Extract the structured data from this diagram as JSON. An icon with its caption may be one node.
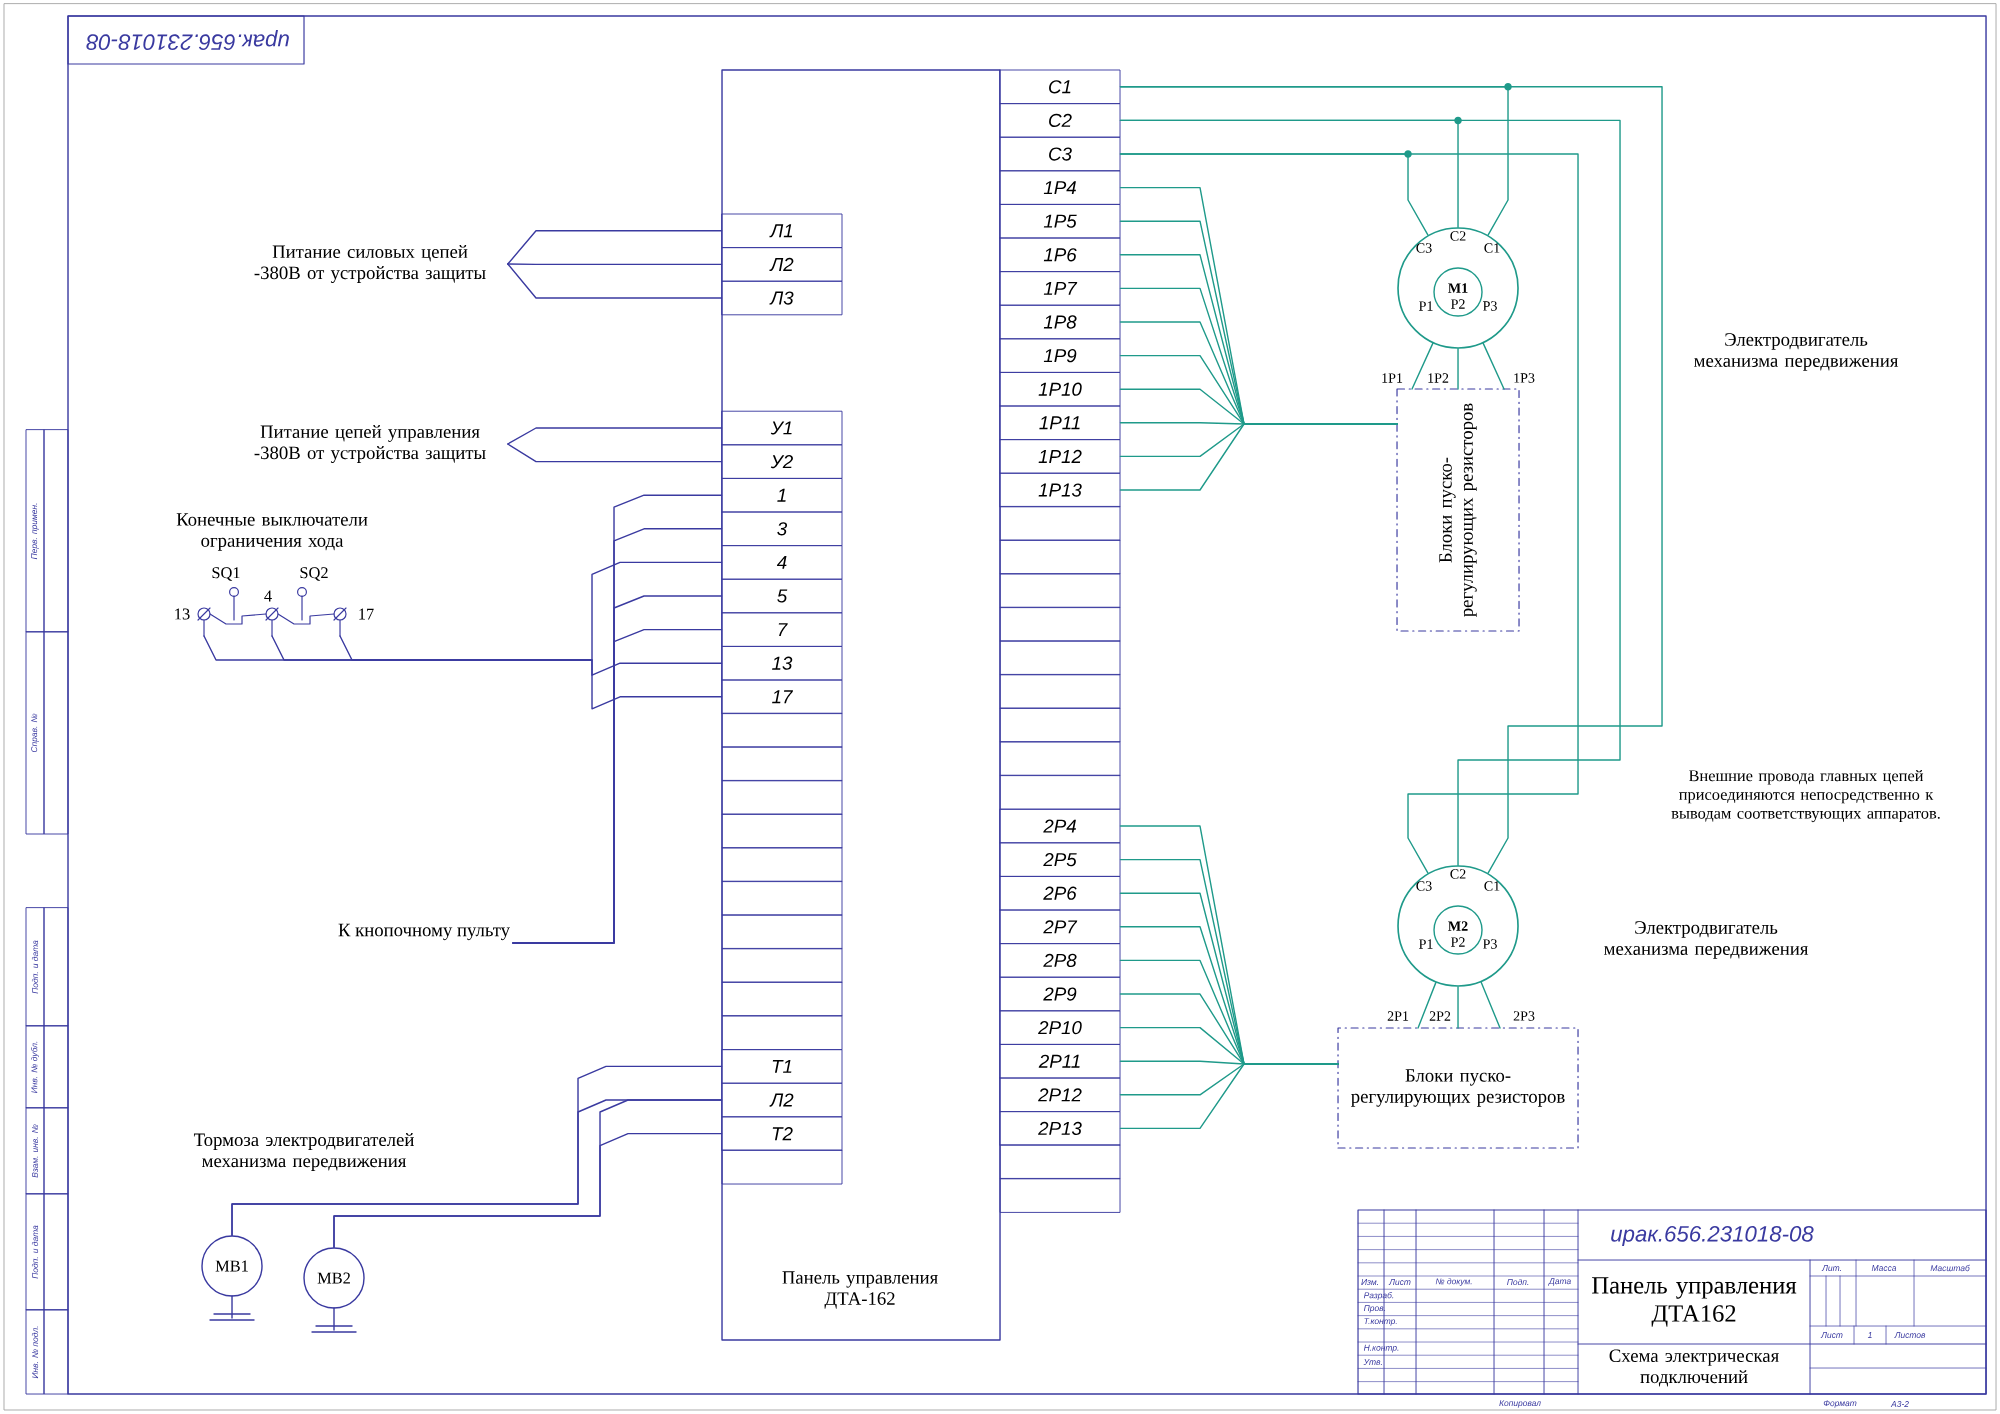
{
  "diagram": {
    "nodes": [
      {
        "text": [
          "Панель управления ДТА-162"
        ]
      },
      {
        "text": [
          "Л1"
        ],
        "in": 0
      },
      {
        "text": [
          "Л2"
        ],
        "in": 0
      },
      {
        "text": [
          "Л3"
        ],
        "in": 0
      },
      {
        "text": [
          "У1"
        ],
        "in": 0
      },
      {
        "text": [
          "У2"
        ],
        "in": 0
      },
      {
        "text": [
          "1"
        ],
        "in": 0
      },
      {
        "text": [
          "3"
        ],
        "in": 0
      },
      {
        "text": [
          "4"
        ],
        "in": 0
      },
      {
        "text": [
          "5"
        ],
        "in": 0
      },
      {
        "text": [
          "7"
        ],
        "in": 0
      },
      {
        "text": [
          "13"
        ],
        "in": 0
      },
      {
        "text": [
          "17"
        ],
        "in": 0
      },
      {
        "text": [
          "Т1"
        ],
        "in": 0
      },
      {
        "text": [
          "Л2"
        ],
        "in": 0
      },
      {
        "text": [
          "Т2"
        ],
        "in": 0
      },
      {
        "text": [
          "С1"
        ]
      },
      {
        "text": [
          "С2"
        ]
      },
      {
        "text": [
          "С3"
        ]
      },
      {
        "text": [
          "1Р4"
        ]
      },
      {
        "text": [
          "1Р5"
        ]
      },
      {
        "text": [
          "1Р6"
        ]
      },
      {
        "text": [
          "1Р7"
        ]
      },
      {
        "text": [
          "1Р8"
        ]
      },
      {
        "text": [
          "1Р9"
        ]
      },
      {
        "text": [
          "1Р10"
        ]
      },
      {
        "text": [
          "1Р11"
        ]
      },
      {
        "text": [
          "1Р12"
        ]
      },
      {
        "text": [
          "1Р13"
        ]
      },
      {
        "text": [
          "2Р4"
        ]
      },
      {
        "text": [
          "2Р5"
        ]
      },
      {
        "text": [
          "2Р6"
        ]
      },
      {
        "text": [
          "2Р7"
        ]
      },
      {
        "text": [
          "2Р8"
        ]
      },
      {
        "text": [
          "2Р9"
        ]
      },
      {
        "text": [
          "2Р10"
        ]
      },
      {
        "text": [
          "2Р11"
        ]
      },
      {
        "text": [
          "2Р12"
        ]
      },
      {
        "text": [
          "2Р13"
        ]
      },
      {
        "text": [
          "Питание силовых цепей -380В от устройства защиты"
        ]
      },
      {
        "text": [
          "Питание цепей управления -380В от устройства защиты"
        ]
      },
      {
        "text": [],
        "shape": "picture",
        "beside": [
          "SQ1",
          "SQ2",
          "13",
          "17"
        ]
      },
      {
        "text": [
          "К кнопочному пульту"
        ]
      },
      {
        "text": [
          "МВ1"
        ]
      },
      {
        "text": [
          "МВ2"
        ]
      },
      {
        "text": [
          "М1"
        ]
      },
      {
        "text": [
          "Блоки пуско-регулирующих резисторов"
        ]
      },
      {
        "text": [
          "М2"
        ]
      },
      {
        "text": [
          "Блоки пуско-регулирующих резисторов"
        ]
      }
    ],
    "edges": [
      {
        "from": 39,
        "to": 1,
        "arrow": "none",
        "color": "#3a3aa0"
      },
      {
        "from": 39,
        "to": 2,
        "arrow": "none",
        "color": "#3a3aa0"
      },
      {
        "from": 39,
        "to": 3,
        "arrow": "none",
        "color": "#3a3aa0"
      },
      {
        "from": 40,
        "to": 4,
        "arrow": "none",
        "color": "#3a3aa0"
      },
      {
        "from": 40,
        "to": 5,
        "arrow": "none",
        "color": "#3a3aa0"
      },
      {
        "from": 41,
        "to": 11,
        "arrow": "none",
        "color": "#3a3aa0"
      },
      {
        "from": 41,
        "to": 8,
        "arrow": "none",
        "color": "#3a3aa0"
      },
      {
        "from": 41,
        "to": 12,
        "arrow": "none",
        "color": "#3a3aa0"
      },
      {
        "from": 42,
        "to": 6,
        "arrow": "none",
        "color": "#3a3aa0"
      },
      {
        "from": 42,
        "to": 7,
        "arrow": "none",
        "color": "#3a3aa0"
      },
      {
        "from": 42,
        "to": 9,
        "arrow": "none",
        "color": "#3a3aa0"
      },
      {
        "from": 42,
        "to": 10,
        "arrow": "none",
        "color": "#3a3aa0"
      },
      {
        "from": 43,
        "to": 13,
        "arrow": "none",
        "color": "#3a3aa0"
      },
      {
        "from": 43,
        "to": 14,
        "arrow": "none",
        "color": "#3a3aa0"
      },
      {
        "from": 44,
        "to": 14,
        "arrow": "none",
        "color": "#3a3aa0"
      },
      {
        "from": 44,
        "to": 15,
        "arrow": "none",
        "color": "#3a3aa0"
      },
      {
        "from": 16,
        "to": 45,
        "arrow": "none"
      },
      {
        "from": 17,
        "to": 45,
        "arrow": "none"
      },
      {
        "from": 18,
        "to": 45,
        "arrow": "none"
      },
      {
        "from": 16,
        "to": 47,
        "arrow": "none"
      },
      {
        "from": 17,
        "to": 47,
        "arrow": "none"
      },
      {
        "from": 18,
        "to": 47,
        "arrow": "none"
      },
      {
        "from": 45,
        "to": 46,
        "arrow": "none"
      },
      {
        "from": 45,
        "to": 46,
        "arrow": "none"
      },
      {
        "from": 45,
        "to": 46,
        "arrow": "none"
      },
      {
        "from": 19,
        "to": 46,
        "arrow": "none"
      },
      {
        "from": 20,
        "to": 46,
        "arrow": "none"
      },
      {
        "from": 21,
        "to": 46,
        "arrow": "none"
      },
      {
        "from": 22,
        "to": 46,
        "arrow": "none"
      },
      {
        "from": 23,
        "to": 46,
        "arrow": "none"
      },
      {
        "from": 24,
        "to": 46,
        "arrow": "none"
      },
      {
        "from": 25,
        "to": 46,
        "arrow": "none"
      },
      {
        "from": 26,
        "to": 46,
        "arrow": "none"
      },
      {
        "from": 27,
        "to": 46,
        "arrow": "none"
      },
      {
        "from": 28,
        "to": 46,
        "arrow": "none"
      },
      {
        "from": 47,
        "to": 48,
        "arrow": "none"
      },
      {
        "from": 47,
        "to": 48,
        "arrow": "none"
      },
      {
        "from": 47,
        "to": 48,
        "arrow": "none"
      },
      {
        "from": 29,
        "to": 48,
        "arrow": "none"
      },
      {
        "from": 30,
        "to": 48,
        "arrow": "none"
      },
      {
        "from": 31,
        "to": 48,
        "arrow": "none"
      },
      {
        "from": 32,
        "to": 48,
        "arrow": "none"
      },
      {
        "from": 33,
        "to": 48,
        "arrow": "none"
      },
      {
        "from": 34,
        "to": 48,
        "arrow": "none"
      },
      {
        "from": 35,
        "to": 48,
        "arrow": "none"
      },
      {
        "from": 36,
        "to": 48,
        "arrow": "none"
      },
      {
        "from": 37,
        "to": 48,
        "arrow": "none"
      },
      {
        "from": 38,
        "to": 48,
        "arrow": "none"
      }
    ],
    "labels": [
      "ирак.656.231018-08",
      "Конечные выключатели ограничения хода",
      "С3",
      "С2",
      "С1",
      "Р1",
      "Р2",
      "Р3",
      "1Р1",
      "1Р2",
      "1Р3",
      "Электродвигатель механизма передвижения",
      "Внешние провода главных цепей присоединяются непосредственно к выводам соответствующих аппаратов.",
      "С3",
      "С2",
      "С1",
      "Р1",
      "Р2",
      "Р3",
      "Электродвигатель механизма передвижения",
      "2Р1",
      "2Р2",
      "2Р3",
      "Тормоза электродвигателей механизма передвижения",
      "Перв. примен.",
      "Справ. №",
      "Подп. и дата",
      "Инв. № дубл.",
      "Взам. инв. №",
      "Подп. и дата",
      "Инв. № подл.",
      "Изм.",
      "Лист",
      "№ докум.",
      "Подп.",
      "Дата",
      "Разраб.",
      "Пров.",
      "Т.контр.",
      "Н.контр.",
      "Утв.",
      "ирак.656.231018-08",
      "Панель управления ДТА162",
      "Лит.",
      "Масса",
      "Масштаб",
      "Лист",
      "1",
      "Листов",
      "Схема электрическая подключений",
      "Копировал",
      "Формат",
      "А3-2",
      "4"
    ]
  }
}
